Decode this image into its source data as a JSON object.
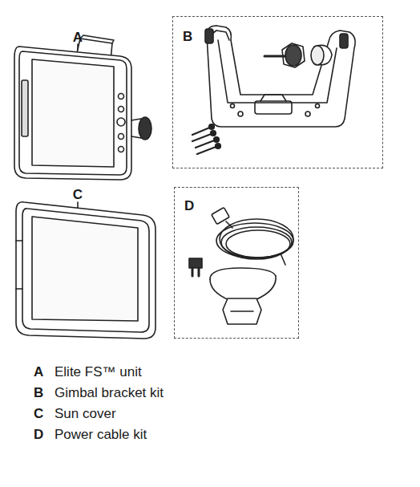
{
  "diagram": {
    "nodes": [
      {
        "text": [
          "B"
        ]
      },
      {
        "text": [
          "D"
        ]
      }
    ],
    "labels": [
      "A",
      "C",
      "A",
      "Elite FS™ unit",
      "B",
      "Gimbal bracket kit",
      "C",
      "Sun cover",
      "D",
      "Power cable kit"
    ]
  }
}
